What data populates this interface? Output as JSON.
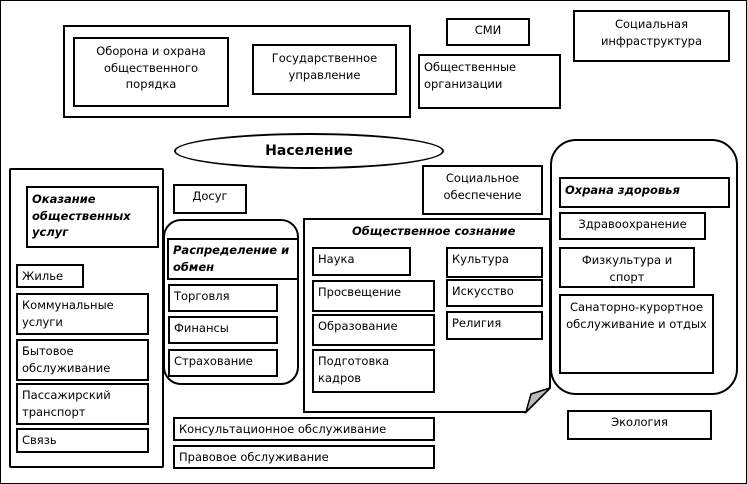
{
  "top": {
    "defense": "Оборона и охрана общественного порядка",
    "government": "Государственное управление",
    "media": "СМИ",
    "public_orgs": "Общественные организации",
    "social_infra": "Социальная инфраструктура"
  },
  "center": {
    "population": "Население",
    "leisure": "Досуг",
    "social_security": "Социальное обеспечение"
  },
  "public_services": {
    "title": "Оказание общественных услуг",
    "items": [
      "Жилье",
      "Коммунальные услуги",
      "Бытовое обслуживание",
      "Пассажирский транспорт",
      "Связь"
    ]
  },
  "distribution": {
    "title": "Распределение и обмен",
    "items": [
      "Торговля",
      "Финансы",
      "Страхование"
    ]
  },
  "consciousness": {
    "title": "Общественное сознание",
    "left": [
      "Наука",
      "Просвещение",
      "Образование",
      "Подготовка кадров"
    ],
    "right": [
      "Культура",
      "Искусство",
      "Религия"
    ]
  },
  "consulting": "Консультационное обслуживание",
  "legal": "Правовое обслуживание",
  "health": {
    "title": "Охрана здоровья",
    "items": [
      "Здравоохранение",
      "Физкультура и спорт",
      "Санаторно-курортное обслуживание и отдых"
    ]
  },
  "ecology": "Экология"
}
